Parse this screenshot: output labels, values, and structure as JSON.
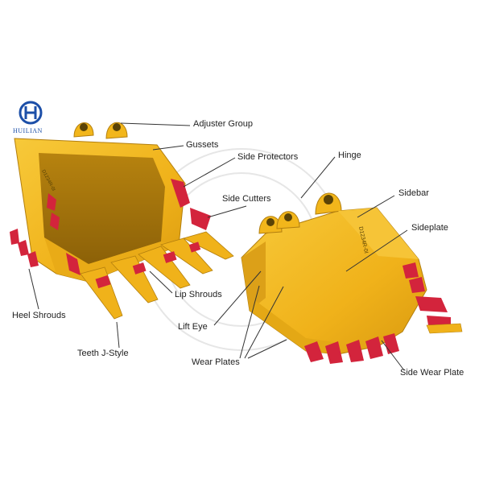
{
  "brand": {
    "name": "HUILIAN",
    "color": "#1c4fa8"
  },
  "colors": {
    "bucket_yellow": "#f2b61b",
    "bucket_shadow": "#c98f12",
    "guard_red": "#d3243c",
    "line": "#333333"
  },
  "labels": {
    "adjuster_group": "Adjuster Group",
    "gussets": "Gussets",
    "side_protectors": "Side Protectors",
    "hinge": "Hinge",
    "side_cutters": "Side Cutters",
    "sidebar": "Sidebar",
    "sideplate": "Sideplate",
    "heel_shrouds": "Heel Shrouds",
    "lip_shrouds": "Lip Shrouds",
    "lift_eye": "Lift Eye",
    "teeth_j_style": "Teeth J-Style",
    "wear_plates": "Wear Plates",
    "side_wear_plate": "Side Wear Plate"
  },
  "stamp_text": "D1234R-0I"
}
